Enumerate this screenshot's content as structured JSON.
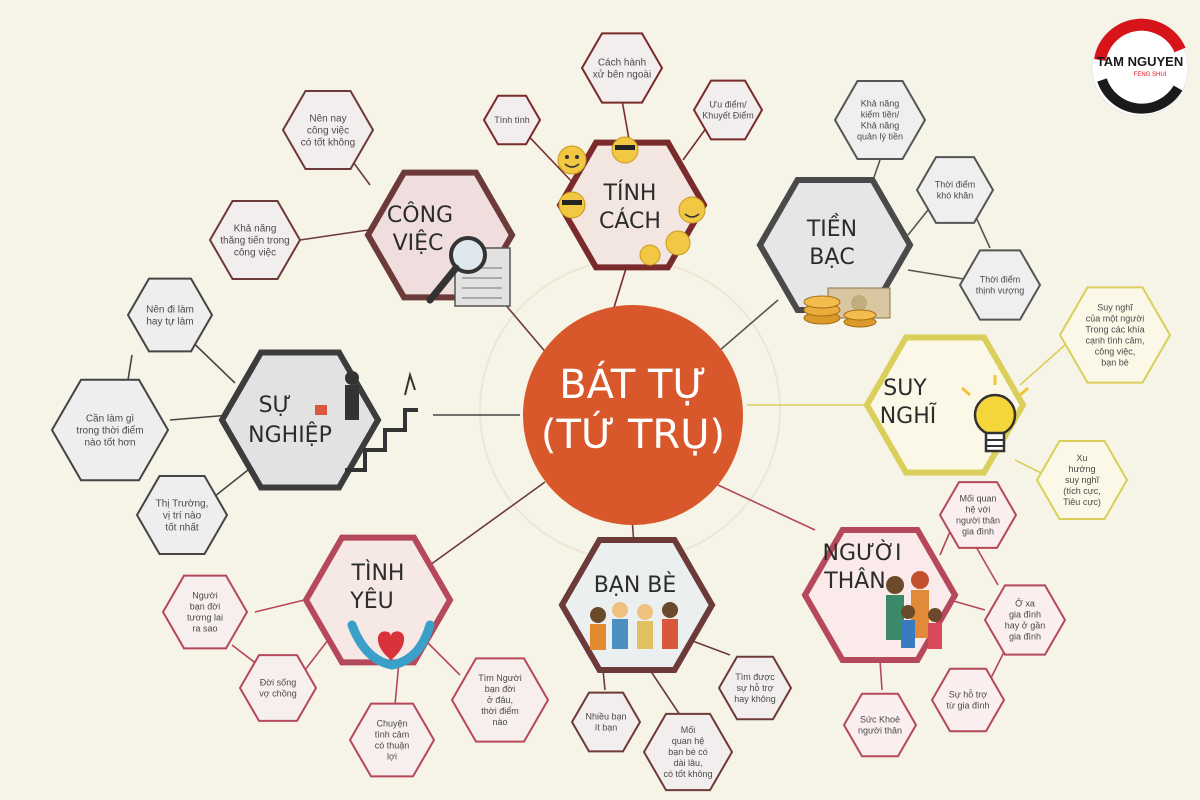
{
  "brand": {
    "name": "TAM NGUYEN",
    "sub": "FENG SHUI",
    "colors": {
      "red": "#d7141a",
      "black": "#1a1a1a"
    }
  },
  "center": {
    "line1": "BÁT TỰ",
    "line2": "(TỨ TRỤ)",
    "color": "#d9582b"
  },
  "topics": {
    "cong_viec": {
      "line1": "CÔNG",
      "line2": "VIỆC",
      "color": "#6d3a3a",
      "children": {
        "a": [
          "Nên nay",
          "công việc",
          "có tốt không"
        ],
        "b": [
          "Khả năng",
          "thăng tiến trong",
          "công việc"
        ]
      }
    },
    "tinh_cach": {
      "line1": "TÍNH",
      "line2": "CÁCH",
      "color": "#7a2a2a",
      "children": {
        "a": [
          "Tính tình"
        ],
        "b": [
          "Cách hành",
          "xử bên ngoài"
        ],
        "c": [
          "Ưu điểm/",
          "Khuyết Điểm"
        ]
      }
    },
    "tien_bac": {
      "line1": "TIỀN",
      "line2": "BẠC",
      "color": "#4a4a4a",
      "children": {
        "a": [
          "Khả năng",
          "kiếm tiền/",
          "Khả năng",
          "quản lý tiền"
        ],
        "b": [
          "Thời điểm",
          "khó khăn"
        ],
        "c": [
          "Thời điểm",
          "thịnh vượng"
        ]
      }
    },
    "suy_nghi": {
      "line1": "SUY",
      "line2": "NGHĨ",
      "color": "#d9cf5a",
      "children": {
        "a": [
          "Suy nghĩ",
          "của một người",
          "Trong các khía",
          "cạnh tình cảm,",
          "công việc,",
          "bạn bè"
        ],
        "b": [
          "Xu",
          "hướng",
          "suy nghĩ",
          "(tích cực,",
          "Tiêu cực)"
        ]
      }
    },
    "su_nghiep": {
      "line1": "SỰ",
      "line2": "NGHIỆP",
      "color": "#3c3c3c",
      "children": {
        "a": [
          "Nên đi làm",
          "hay tự làm"
        ],
        "b": [
          "Cần làm gì",
          "trong thời điểm",
          "nào tốt hơn"
        ],
        "c": [
          "Thị Trường,",
          "vị trí nào",
          "tốt nhất"
        ]
      }
    },
    "tinh_yeu": {
      "line1": "TÌNH",
      "line2": "YÊU",
      "color": "#b5485a",
      "children": {
        "a": [
          "Người",
          "bạn đời",
          "tương lai",
          "ra sao"
        ],
        "b": [
          "Đời sống",
          "vợ chồng"
        ],
        "c": [
          "Chuyện",
          "tình cảm",
          "có thuận",
          "lợi"
        ],
        "d": [
          "Tìm Người",
          "bạn đời",
          "ở đâu,",
          "thời điểm",
          "nào"
        ]
      }
    },
    "ban_be": {
      "line1": "BẠN BÈ",
      "line2": "",
      "color": "#6d3a3a",
      "children": {
        "a": [
          "Nhiều bạn",
          "ít bạn"
        ],
        "b": [
          "Mối",
          "quan hệ",
          "bạn bè có",
          "dài lâu,",
          "có tốt không"
        ],
        "c": [
          "Tìm được",
          "sự hỗ trợ",
          "hay không"
        ]
      }
    },
    "nguoi_than": {
      "line1": "NGƯỜI",
      "line2": "THÂN",
      "color": "#b5485a",
      "children": {
        "a": [
          "Mối quan",
          "hệ với",
          "người thân",
          "gia đình"
        ],
        "b": [
          "Ở xa",
          "gia đình",
          "hay ở gần",
          "gia đình"
        ],
        "c": [
          "Sức Khoẻ",
          "người thân"
        ],
        "d": [
          "Sự hỗ trợ",
          "từ gia đình"
        ]
      }
    }
  },
  "icons": [
    "jobs-newspaper-icon",
    "magnifier-icon",
    "emoji-faces-icon",
    "coins-banknote-icon",
    "lightbulb-icon",
    "stairs-businessman-icon",
    "hands-heart-icon",
    "friends-group-icon",
    "family-icon"
  ]
}
